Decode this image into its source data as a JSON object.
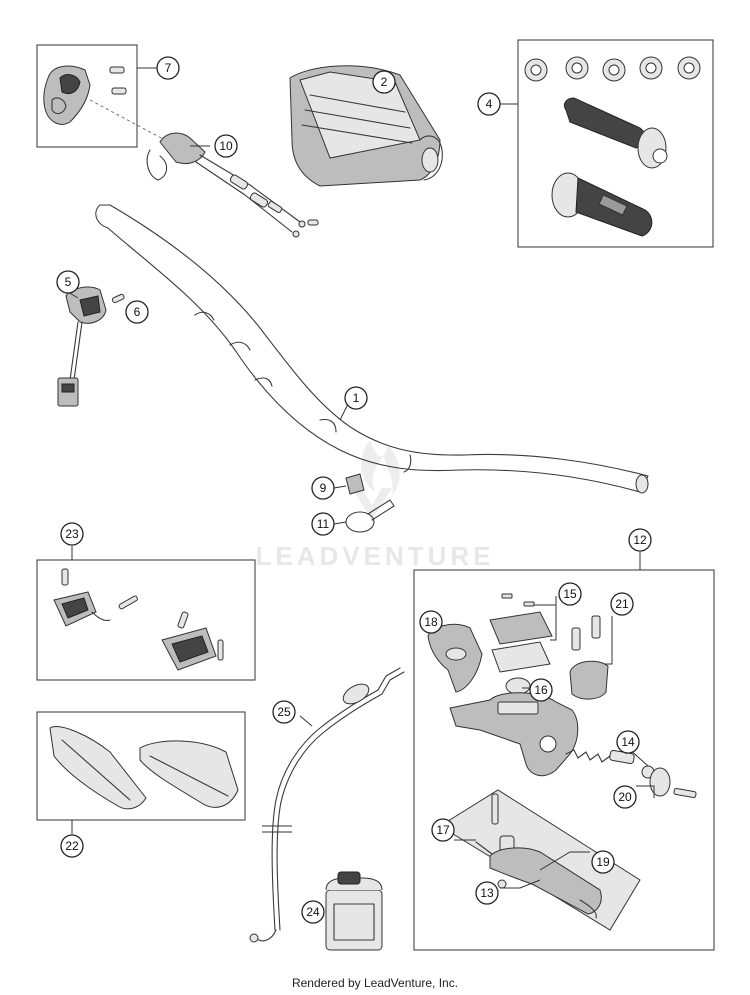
{
  "watermark": "LEADVENTURE",
  "footer": "Rendered by LeadVenture, Inc.",
  "callouts": [
    "1",
    "2",
    "4",
    "5",
    "6",
    "7",
    "9",
    "10",
    "11",
    "12",
    "13",
    "14",
    "15",
    "16",
    "17",
    "18",
    "19",
    "20",
    "21",
    "22",
    "23",
    "24",
    "25"
  ],
  "colors": {
    "line": "#333333",
    "watermark": "#e7e7e7",
    "background": "#ffffff"
  }
}
